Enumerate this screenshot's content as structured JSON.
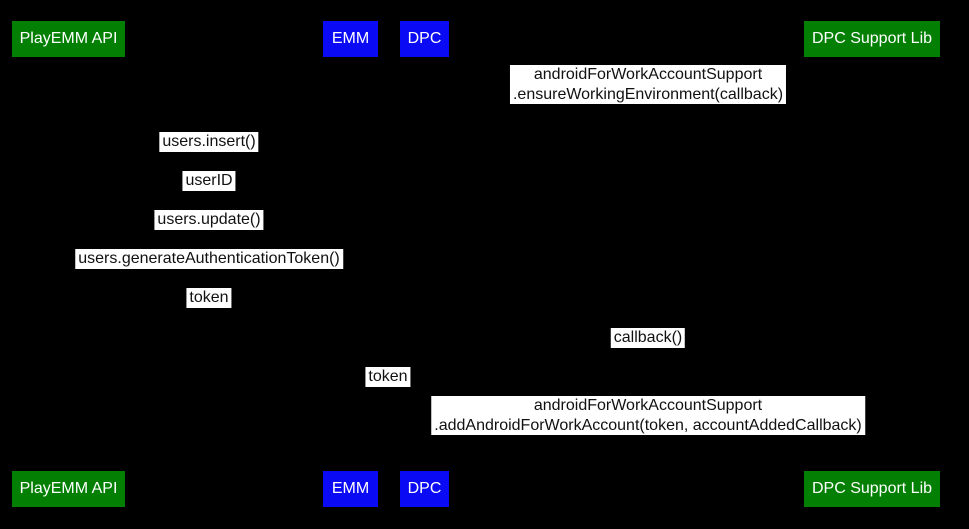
{
  "diagram": {
    "type": "sequence-diagram",
    "colors": {
      "background": "#000000",
      "actor_green": "#038003",
      "actor_blue": "#0a0af5",
      "actor_text": "#ffffff",
      "label_bg": "#ffffff",
      "label_text": "#111111"
    },
    "actors": [
      {
        "label": "PlayEMM API",
        "color": "#038003"
      },
      {
        "label": "EMM",
        "color": "#0a0af5"
      },
      {
        "label": "DPC",
        "color": "#0a0af5"
      },
      {
        "label": "DPC Support Lib",
        "color": "#038003"
      }
    ],
    "messages": [
      {
        "lines": [
          "androidForWorkAccountSupport",
          ".ensureWorkingEnvironment(callback)"
        ]
      },
      {
        "lines": [
          "users.insert()"
        ]
      },
      {
        "lines": [
          "userID"
        ]
      },
      {
        "lines": [
          "users.update()"
        ]
      },
      {
        "lines": [
          "users.generateAuthenticationToken()"
        ]
      },
      {
        "lines": [
          "token"
        ]
      },
      {
        "lines": [
          "callback()"
        ]
      },
      {
        "lines": [
          "token"
        ]
      },
      {
        "lines": [
          "androidForWorkAccountSupport",
          ".addAndroidForWorkAccount(token, accountAddedCallback)"
        ]
      }
    ]
  }
}
